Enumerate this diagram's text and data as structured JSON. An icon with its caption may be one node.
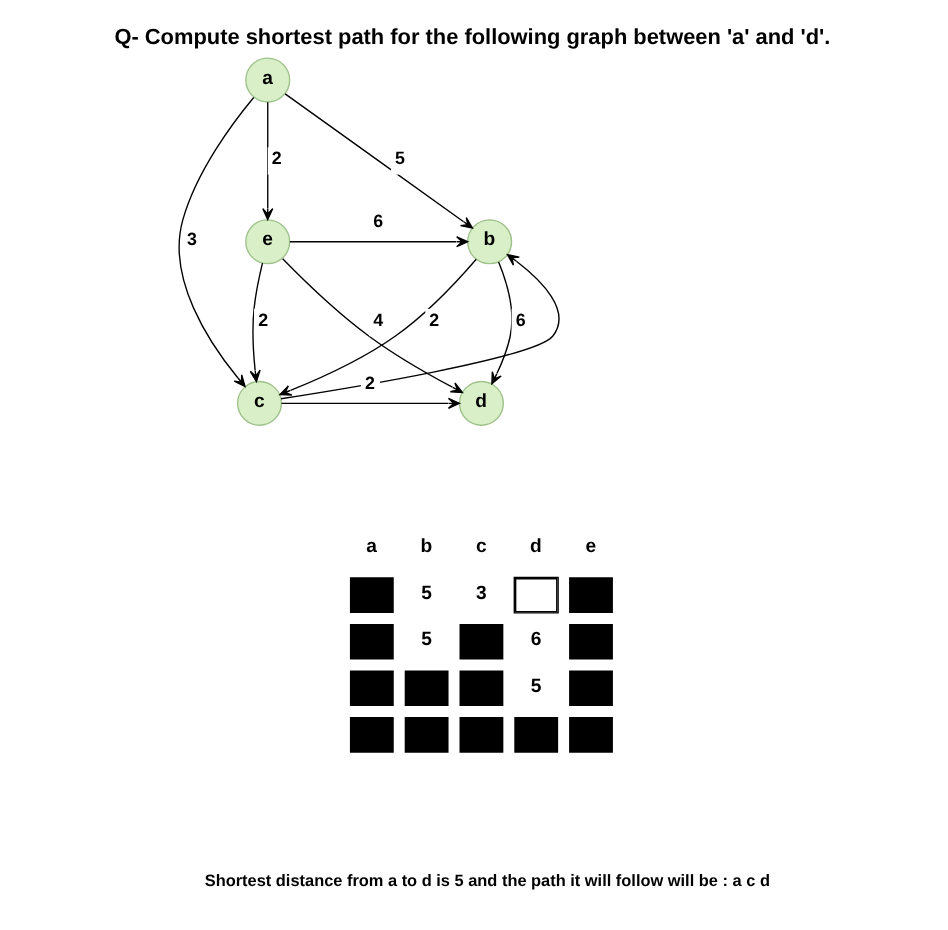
{
  "diagram": {
    "title": "Q- Compute shortest path for the following graph between 'a' and 'd'.",
    "nodes": [
      {
        "text": [
          "a"
        ]
      },
      {
        "text": [
          "e"
        ]
      },
      {
        "text": [
          "b"
        ]
      },
      {
        "text": [
          "d"
        ]
      },
      {
        "text": [
          "c"
        ]
      }
    ],
    "edges": [
      {
        "from": 0,
        "to": 1,
        "arrow": "to",
        "label": "2"
      },
      {
        "from": 0,
        "to": 2,
        "arrow": "to",
        "label": "5"
      },
      {
        "from": 0,
        "to": 4,
        "arrow": "to",
        "label": "3"
      },
      {
        "from": 1,
        "to": 2,
        "arrow": "to",
        "label": "6"
      },
      {
        "from": 1,
        "to": 4,
        "arrow": "to",
        "label": "2"
      },
      {
        "from": 1,
        "to": 3,
        "arrow": "to",
        "label": "4"
      },
      {
        "from": 2,
        "to": 3,
        "arrow": "to",
        "label": "6"
      },
      {
        "from": 4,
        "to": 3,
        "arrow": "to",
        "label": "2"
      },
      {
        "from": 4,
        "to": 2,
        "arrow": "to"
      },
      {
        "from": 2,
        "to": 4,
        "arrow": "to",
        "label": "2"
      }
    ],
    "labels": [
      "a",
      "b",
      "c",
      "d",
      "e",
      "5",
      "3",
      "5",
      "6",
      "5",
      "Shortest distance from a to d is 5 and the path it will follow will be : a c d"
    ]
  }
}
